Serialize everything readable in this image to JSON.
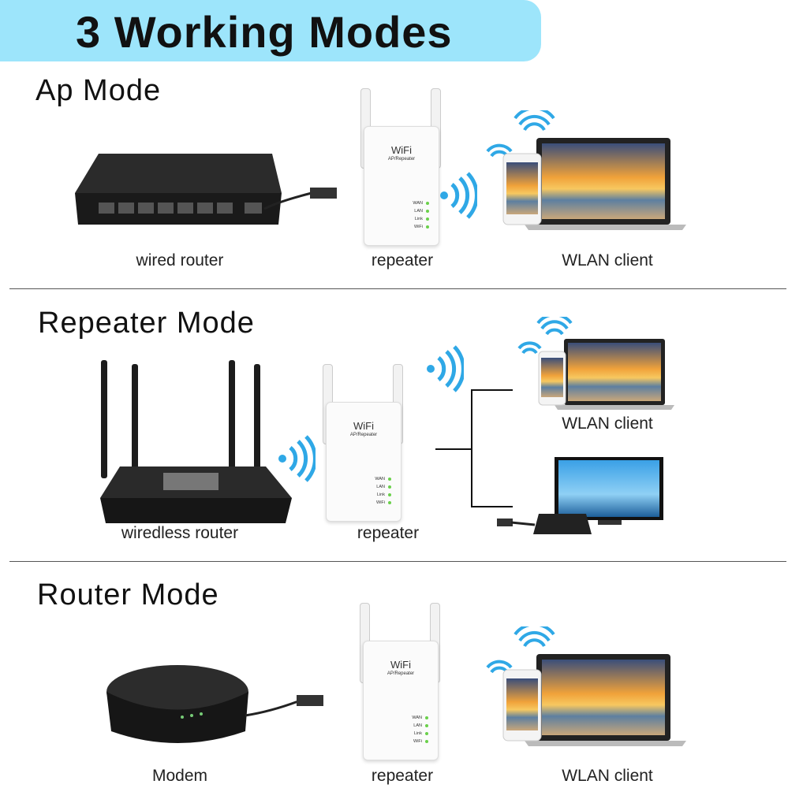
{
  "title": "3 Working Modes",
  "repeater_device": {
    "brand": "WiFi",
    "model": "AP/Repeater",
    "leds": [
      "WAN",
      "LAN",
      "Link",
      "WiFi"
    ]
  },
  "sections": [
    {
      "heading": "Ap Mode",
      "labels": {
        "source": "wired router",
        "repeater": "repeater",
        "client": "WLAN client"
      }
    },
    {
      "heading": "Repeater Mode",
      "labels": {
        "source": "wiredless router",
        "repeater": "repeater",
        "client": "WLAN client"
      }
    },
    {
      "heading": "Router Mode",
      "labels": {
        "source": "Modem",
        "repeater": "repeater",
        "client": "WLAN client"
      }
    }
  ],
  "colors": {
    "banner": "#9de5fb",
    "wifi_wave": "#2fa8e6",
    "led": "#6ad04a"
  }
}
